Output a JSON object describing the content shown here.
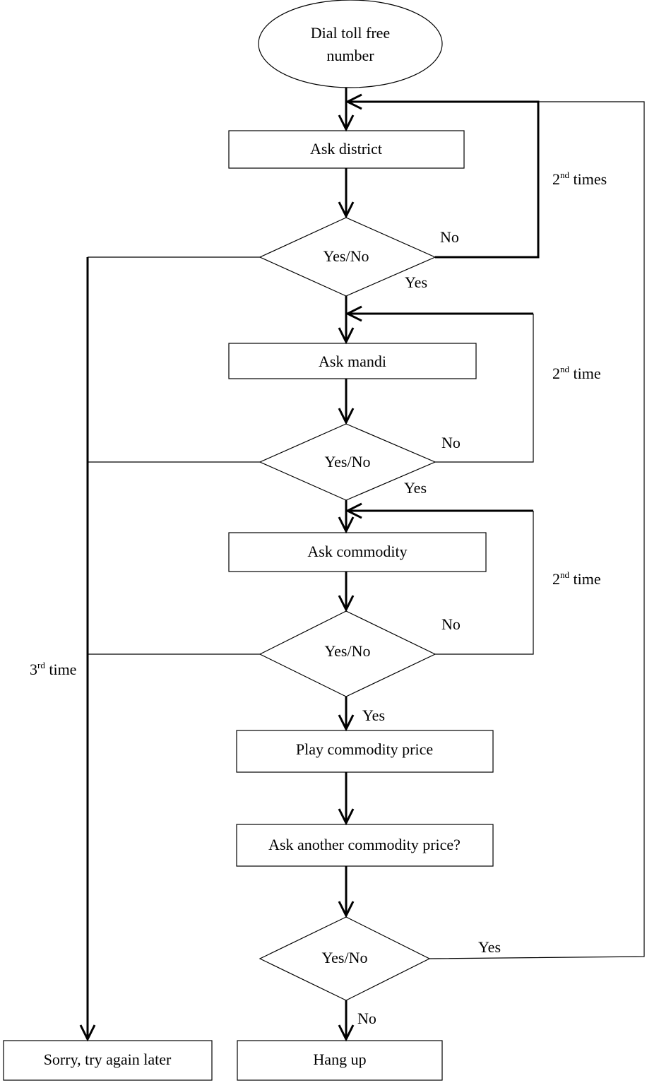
{
  "nodes": {
    "start_line1": "Dial toll free",
    "start_line2": "number",
    "ask_district": "Ask district",
    "ask_mandi": "Ask mandi",
    "ask_commodity": "Ask commodity",
    "play_price": "Play commodity price",
    "ask_another": "Ask another commodity price?",
    "sorry": "Sorry, try again later",
    "hang_up": "Hang up"
  },
  "decisions": {
    "d1": "Yes/No",
    "d2": "Yes/No",
    "d3": "Yes/No",
    "d4": "Yes/No"
  },
  "edge_labels": {
    "d1_no": "No",
    "d1_yes": "Yes",
    "d2_no": "No",
    "d2_yes": "Yes",
    "d3_no": "No",
    "d3_yes": "Yes",
    "d4_yes": "Yes",
    "d4_no": "No"
  },
  "retry_labels": {
    "r1_num": "2",
    "r1_sup": "nd",
    "r1_text": " times",
    "r2_num": "2",
    "r2_sup": "nd",
    "r2_text": " time",
    "r3_num": "2",
    "r3_sup": "nd",
    "r3_text": " time",
    "fail_num": "3",
    "fail_sup": "rd",
    "fail_text": " time"
  }
}
